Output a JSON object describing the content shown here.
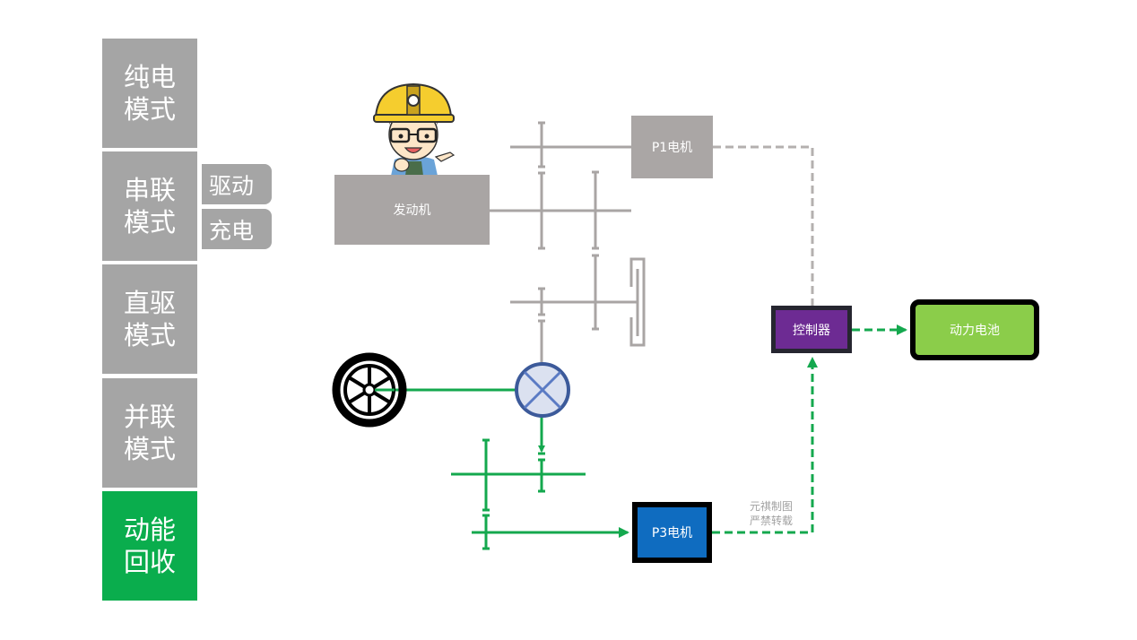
{
  "sidebar": {
    "modes": [
      {
        "label_line1": "纯电",
        "label_line2": "模式",
        "active": false
      },
      {
        "label_line1": "串联",
        "label_line2": "模式",
        "active": false
      },
      {
        "label_line1": "直驱",
        "label_line2": "模式",
        "active": false
      },
      {
        "label_line1": "并联",
        "label_line2": "模式",
        "active": false
      },
      {
        "label_line1": "动能",
        "label_line2": "回收",
        "active": true
      }
    ],
    "series_submodes": [
      {
        "label": "驱动"
      },
      {
        "label": "充电"
      }
    ]
  },
  "diagram": {
    "engine_label": "发动机",
    "p1_motor_label": "P1电机",
    "controller_label": "控制器",
    "battery_label": "动力电池",
    "p3_motor_label": "P3电机",
    "watermark_line1": "元祺制图",
    "watermark_line2": "严禁转载"
  },
  "colors": {
    "inactive_gray": "#a5a5a5",
    "active_green": "#0aad4d",
    "flow_green": "#14a84e",
    "shaft_gray": "#a9a5a4",
    "controller_purple": "#6d2b93",
    "battery_green": "#8bcd4a",
    "p3_blue": "#0f6cc0",
    "differential_blue": "#3c5a9a"
  }
}
